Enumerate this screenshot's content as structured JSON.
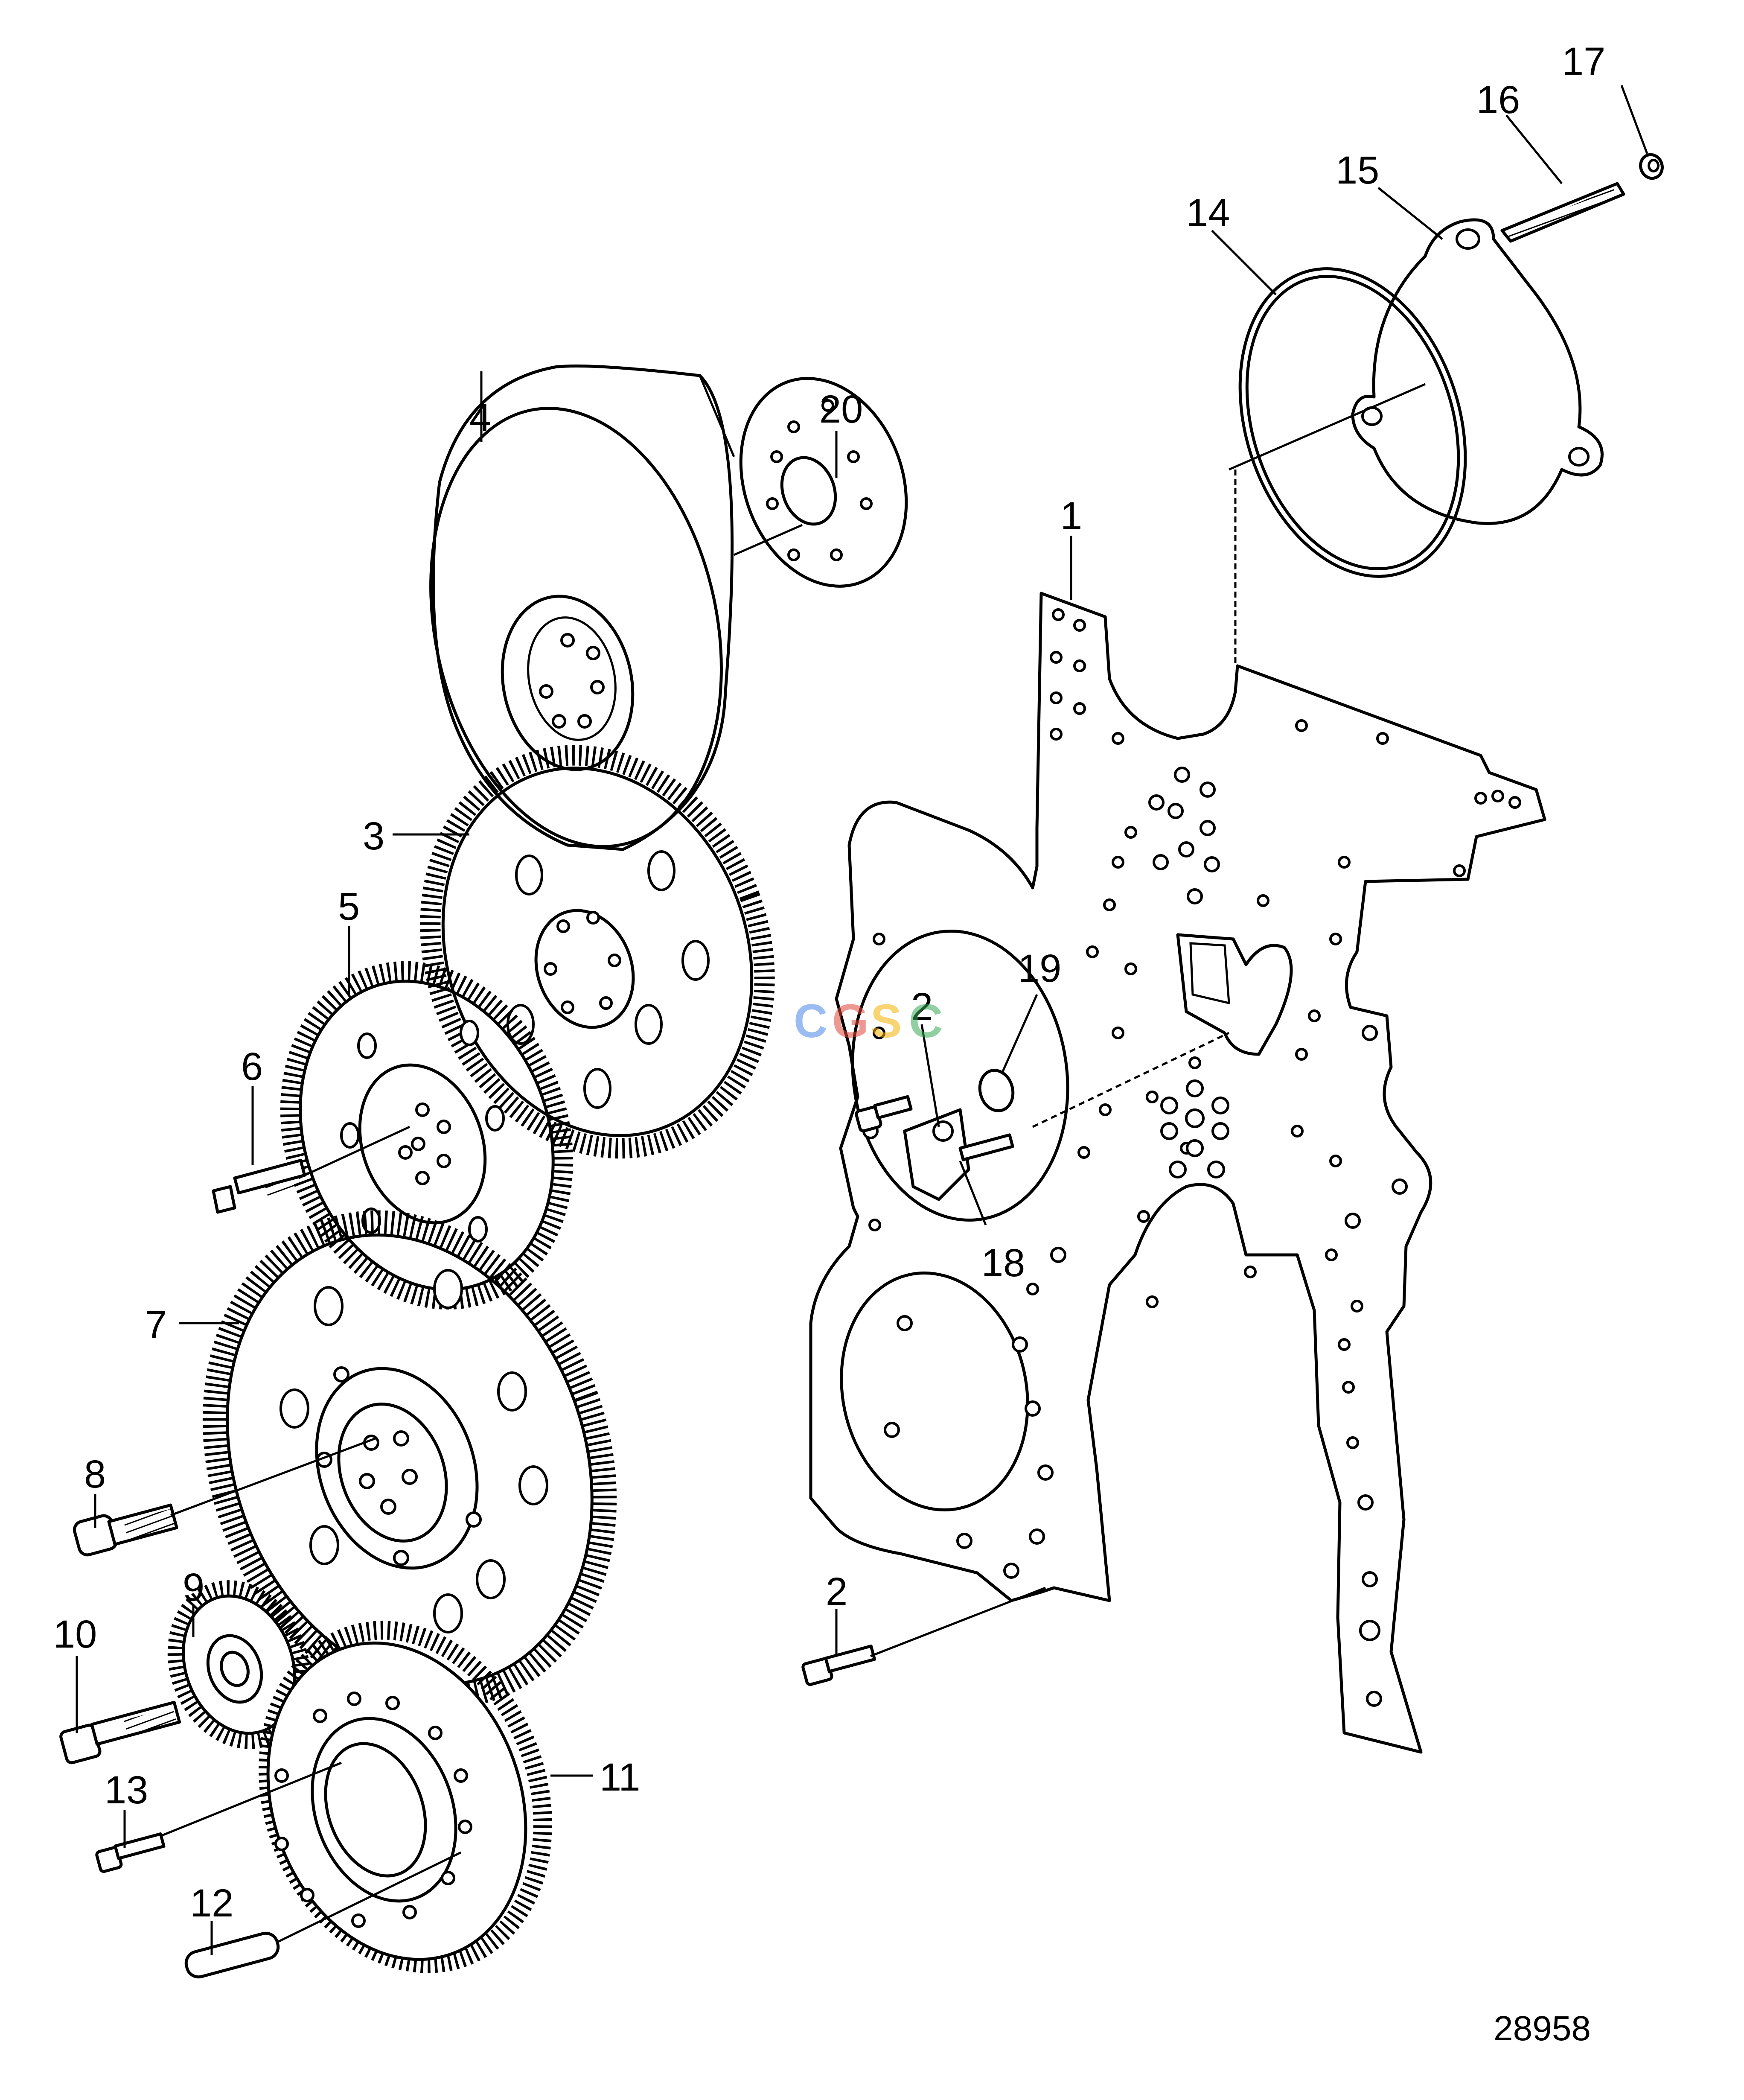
{
  "diagram": {
    "callouts": [
      "1",
      "2",
      "3",
      "4",
      "5",
      "6",
      "7",
      "8",
      "9",
      "10",
      "11",
      "12",
      "13",
      "14",
      "15",
      "16",
      "17",
      "18",
      "19",
      "20"
    ],
    "drawing_number": "28958",
    "watermark": {
      "letters": [
        "C",
        "G",
        "S",
        "C"
      ],
      "colors": [
        "#4a86e8",
        "#e0463a",
        "#f4b400",
        "#34a853"
      ]
    }
  }
}
